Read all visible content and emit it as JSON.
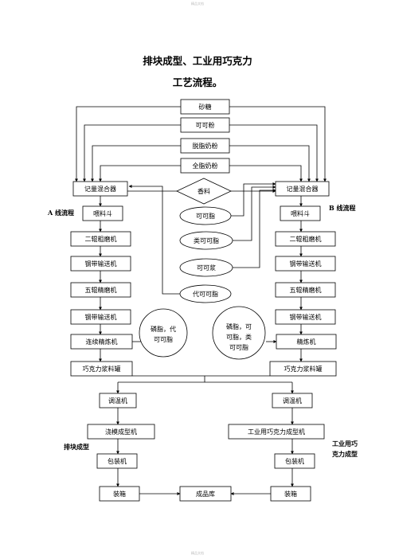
{
  "header_text": "精品文档",
  "footer_text": "精品文档",
  "title_line1": "排块成型、工业用巧克力",
  "title_line2": "工艺流程。",
  "diagram": {
    "raw": {
      "sugar": "砂糖",
      "cocoa_powder": "可可粉",
      "skim_milk": "脱脂奶粉",
      "whole_milk": "全脂奶粉",
      "flavor": "香料"
    },
    "fats": {
      "cocoa_butter": "可可脂",
      "cbe": "类可可脂",
      "cocoa_liquor": "可可浆",
      "cbs": "代可可脂",
      "lecithin_cbs": [
        "磷脂，代",
        "可可脂"
      ],
      "lecithin_cbe": [
        "磷脂，可",
        "可脂，类",
        "可可脂"
      ]
    },
    "line_a": {
      "label": "A 线流程",
      "steps": [
        "记量混合器",
        "喂料斗",
        "二辊粗磨机",
        "钢带输送机",
        "五辊精磨机",
        "钢带输送机",
        "连续精炼机",
        "巧克力浆料罐"
      ]
    },
    "line_b": {
      "label": "B 线流程",
      "steps": [
        "记量混合器",
        "喂料斗",
        "二辊粗磨机",
        "钢带输送机",
        "五辊精磨机",
        "钢带输送机",
        "精炼机",
        "巧克力浆料罐"
      ]
    },
    "bar": {
      "label": "排块成型",
      "steps": [
        "调温机",
        "浇模成型机",
        "包装机",
        "装箱"
      ]
    },
    "industrial": {
      "label_lines": [
        "工业用巧",
        "克力成型"
      ],
      "steps": [
        "调温机",
        "工业用巧克力成型机",
        "包装机",
        "装箱"
      ]
    },
    "warehouse": "成品库"
  }
}
